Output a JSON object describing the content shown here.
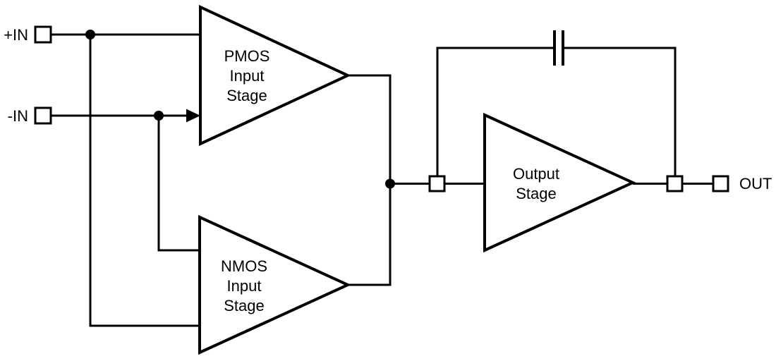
{
  "diagram": {
    "type": "op-amp two-stage block diagram",
    "colors": {
      "stroke": "#000000",
      "background": "#ffffff",
      "block_fill": "#ffffff"
    },
    "terminals": {
      "plus_in": "+IN",
      "minus_in": "-IN",
      "out": "OUT"
    },
    "blocks": {
      "pmos": [
        "PMOS",
        "Input",
        "Stage"
      ],
      "nmos": [
        "NMOS",
        "Input",
        "Stage"
      ],
      "output": [
        "Output",
        "Stage"
      ]
    },
    "symbols": {
      "capacitor": "feedback-capacitor",
      "junctions": 3,
      "arrowheads": 1
    }
  }
}
